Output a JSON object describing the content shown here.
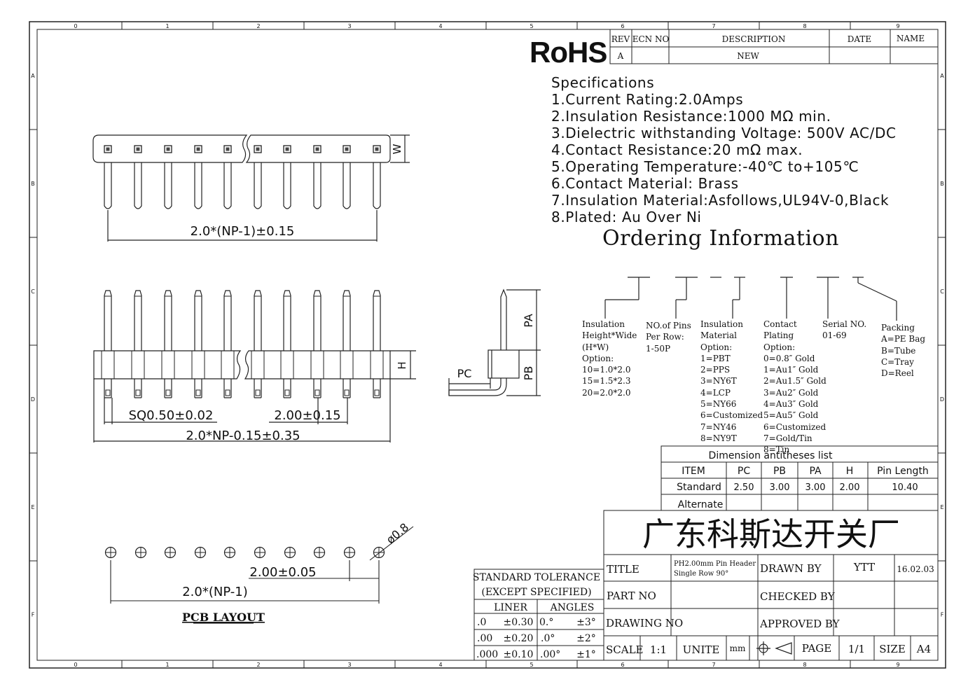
{
  "grid": {
    "cols": [
      "0",
      "1",
      "2",
      "3",
      "4",
      "5",
      "6",
      "7",
      "8",
      "9"
    ],
    "rows": [
      "A",
      "B",
      "C",
      "D",
      "E",
      "F"
    ]
  },
  "revision_block": {
    "headers": [
      "REV",
      "ECN NO",
      "DESCRIPTION",
      "DATE",
      "NAME"
    ],
    "row": [
      "A",
      "",
      "NEW",
      "",
      ""
    ]
  },
  "rohs_label": "RoHS",
  "specifications": {
    "heading": "Specifications",
    "items": [
      "1.Current Rating:2.0Amps",
      "2.Insulation Resistance:1000 MΩ min.",
      "3.Dielectric withstanding Voltage:  500V AC/DC",
      "4.Contact Resistance:20 mΩ max.",
      "5.Operating Temperature:-40℃ to+105℃",
      "6.Contact Material: Brass",
      "7.Insulation Material:Asfollows,UL94V-0,Black",
      "8.Plated: Au Over Ni"
    ]
  },
  "ordering": {
    "title": "Ordering Information",
    "groups": [
      {
        "heading": [
          "Insulation",
          "Height*Wide",
          "(H*W)",
          "Option:"
        ],
        "options": [
          "10=1.0*2.0",
          "15=1.5*2.3",
          "20=2.0*2.0"
        ]
      },
      {
        "heading": [
          "NO.of Pins",
          "Per Row:"
        ],
        "options": [
          "1-50P"
        ]
      },
      {
        "heading": [
          "Insulation",
          "Material",
          "Option:"
        ],
        "options": [
          "1=PBT",
          "2=PPS",
          "3=NY6T",
          "4=LCP",
          "5=NY66",
          "6=Customized",
          "7=NY46",
          "8=NY9T"
        ]
      },
      {
        "heading": [
          "Contact",
          "Plating",
          "Option:"
        ],
        "options": [
          "0=0.8″ Gold",
          "1=Au1″ Gold",
          "2=Au1.5″ Gold",
          "3=Au2″ Gold",
          "4=Au3″ Gold",
          "5=Au5″ Gold",
          "6=Customized",
          "7=Gold/Tin",
          "8=Tin"
        ]
      },
      {
        "heading": [
          "Serial NO.",
          "01-69"
        ],
        "options": []
      },
      {
        "heading": [
          "Packing"
        ],
        "options": [
          "A=PE Bag",
          "B=Tube",
          "C=Tray",
          "D=Reel"
        ]
      }
    ]
  },
  "dimension_table": {
    "title": "Dimension antitheses list",
    "headers": [
      "ITEM",
      "PC",
      "PB",
      "PA",
      "H",
      "Pin Length"
    ],
    "rows": [
      [
        "Standard",
        "2.50",
        "3.00",
        "3.00",
        "2.00",
        "10.40"
      ],
      [
        "Alternate",
        "",
        "",
        "",
        "",
        ""
      ]
    ]
  },
  "drawing_labels": {
    "top_pitch": "2.0*(NP-1)±0.15",
    "w": "W",
    "h": "H",
    "pa": "PA",
    "pb": "PB",
    "pc": "PC",
    "sq": "SQ0.50±0.02",
    "pitch": "2.00±0.15",
    "overall": "2.0*NP-0.15±0.35",
    "hole": "ø0.8",
    "pcb_pitch": "2.00±0.05",
    "pcb_total": "2.0*(NP-1)",
    "pcb_title": "PCB LAYOUT"
  },
  "company": "广东科斯达开关厂",
  "title_block": {
    "title_label": "TITLE",
    "title_value_1": "PH2.00mm Pin Header",
    "title_value_2": "Single Row 90°",
    "drawn_by_label": "DRAWN BY",
    "drawn_by": "YTT",
    "date": "16.02.03",
    "part_no_label": "PART NO",
    "checked_by_label": "CHECKED BY",
    "drawing_no_label": "DRAWING NO",
    "approved_by_label": "APPROVED BY",
    "scale_label": "SCALE",
    "scale": "1:1",
    "unite_label": "UNITE",
    "unite": "mm",
    "page_label": "PAGE",
    "page": "1/1",
    "size_label": "SIZE",
    "size": "A4"
  },
  "tolerance": {
    "title": "STANDARD TOLERANCE",
    "subtitle": "(EXCEPT   SPECIFIED)",
    "liner_label": "LINER",
    "angles_label": "ANGLES",
    "rows": [
      [
        ".0",
        "±0.30",
        "0.°",
        "±3°"
      ],
      [
        ".00",
        "±0.20",
        ".0°",
        "±2°"
      ],
      [
        ".000",
        "±0.10",
        ".00°",
        "±1°"
      ]
    ]
  }
}
